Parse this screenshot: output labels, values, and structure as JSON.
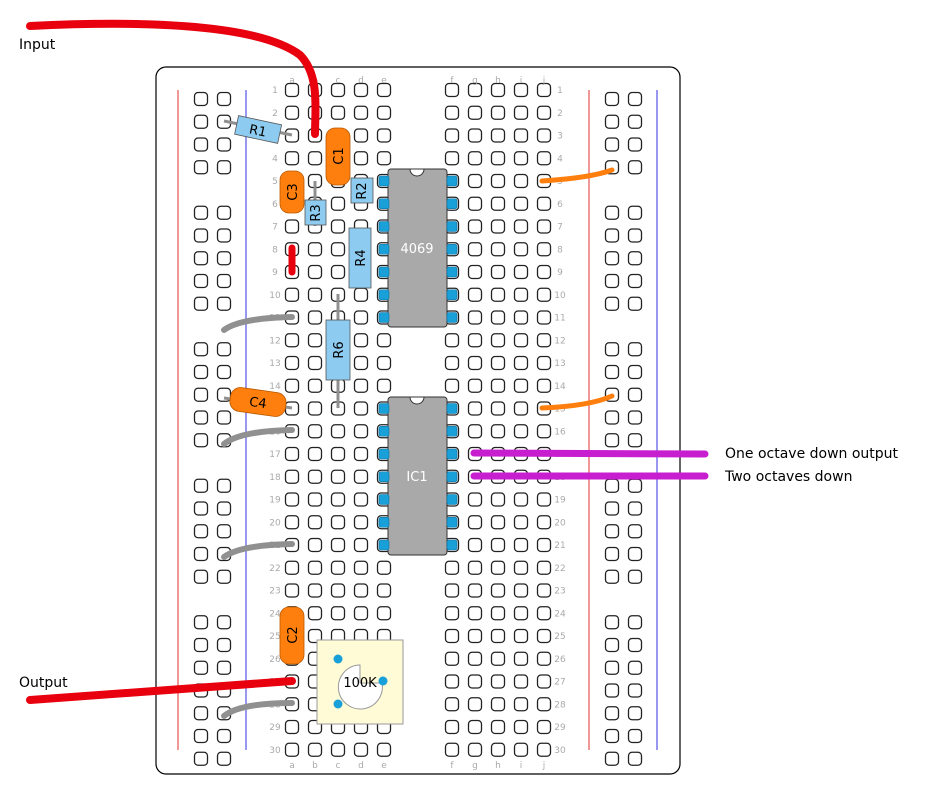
{
  "columns_left": [
    "a",
    "b",
    "c",
    "d",
    "e"
  ],
  "columns_right": [
    "f",
    "g",
    "h",
    "i",
    "j"
  ],
  "row_count": 30,
  "labels": {
    "input": "Input",
    "output": "Output",
    "octave_down": "One octave down output",
    "two_octaves": "Two octaves down"
  },
  "components": {
    "r1": "R1",
    "r2": "R2",
    "r3": "R3",
    "r4": "R4",
    "r6": "R6",
    "c1": "C1",
    "c2": "C2",
    "c3": "C3",
    "c4": "C4",
    "ic_top": "4069",
    "ic_bottom": "IC1",
    "pot": "100K"
  },
  "colors": {
    "resistor": "#8ecbf0",
    "capacitor": "#ff7f0e",
    "ic": "#a9a9a9",
    "input_wire": "#e8000e",
    "purple_wire": "#c71fcf",
    "gray_wire": "#909090",
    "rail_red": "#e03030",
    "rail_blue": "#3030e0",
    "pin": "#1aa0d8",
    "pot": "#fffbd6"
  }
}
